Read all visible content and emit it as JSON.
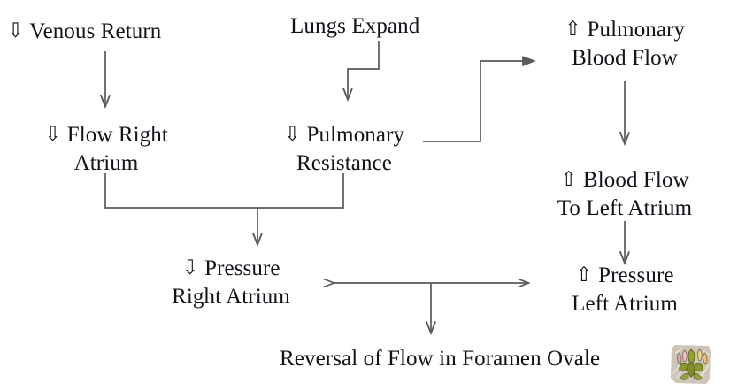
{
  "diagram": {
    "title": "Reversal of Flow in Foramen Ovale",
    "type": "flowchart",
    "background_color": "#ffffff",
    "line_color": "#5a5a5a",
    "text_color": "#12131a",
    "arrow_glyphs": {
      "down": "⇩",
      "up": "⇧"
    }
  },
  "nodes": {
    "venous_return": {
      "id": "venous-return",
      "arrow": "⇩",
      "line1": "Venous Return",
      "line2": ""
    },
    "lungs_expand": {
      "id": "lungs-expand",
      "arrow": "",
      "line1": "Lungs Expand",
      "line2": ""
    },
    "pulmonary_blood_flow": {
      "id": "pulmonary-blood-flow",
      "arrow": "⇧",
      "line1": "Pulmonary",
      "line2": "Blood Flow"
    },
    "flow_right_atrium": {
      "id": "flow-right-atrium",
      "arrow": "⇩",
      "line1": "Flow Right",
      "line2": "Atrium"
    },
    "pulmonary_resistance": {
      "id": "pulmonary-resistance",
      "arrow": "⇩",
      "line1": "Pulmonary",
      "line2": "Resistance"
    },
    "blood_flow_left_atrium": {
      "id": "blood-flow-to-left-atrium",
      "arrow": "⇧",
      "line1": "Blood Flow",
      "line2": "To Left Atrium"
    },
    "pressure_right_atrium": {
      "id": "pressure-right-atrium",
      "arrow": "⇩",
      "line1": "Pressure",
      "line2": "Right Atrium"
    },
    "pressure_left_atrium": {
      "id": "pressure-left-atrium",
      "arrow": "⇧",
      "line1": "Pressure",
      "line2": "Left Atrium"
    },
    "reversal": {
      "id": "reversal-of-flow",
      "arrow": "",
      "line1": "Reversal of Flow in Foramen Ovale",
      "line2": ""
    }
  },
  "decoration": {
    "floral_clipart": {
      "name": "floral-tulip-clipart",
      "background": "#cfc8bb",
      "leaf_color": "#8d9b33",
      "leaf_dark": "#6f7d22",
      "tulip_pink": "#efa9b4",
      "tulip_yellow": "#f0cf87",
      "outline": "#5c5a47"
    }
  }
}
